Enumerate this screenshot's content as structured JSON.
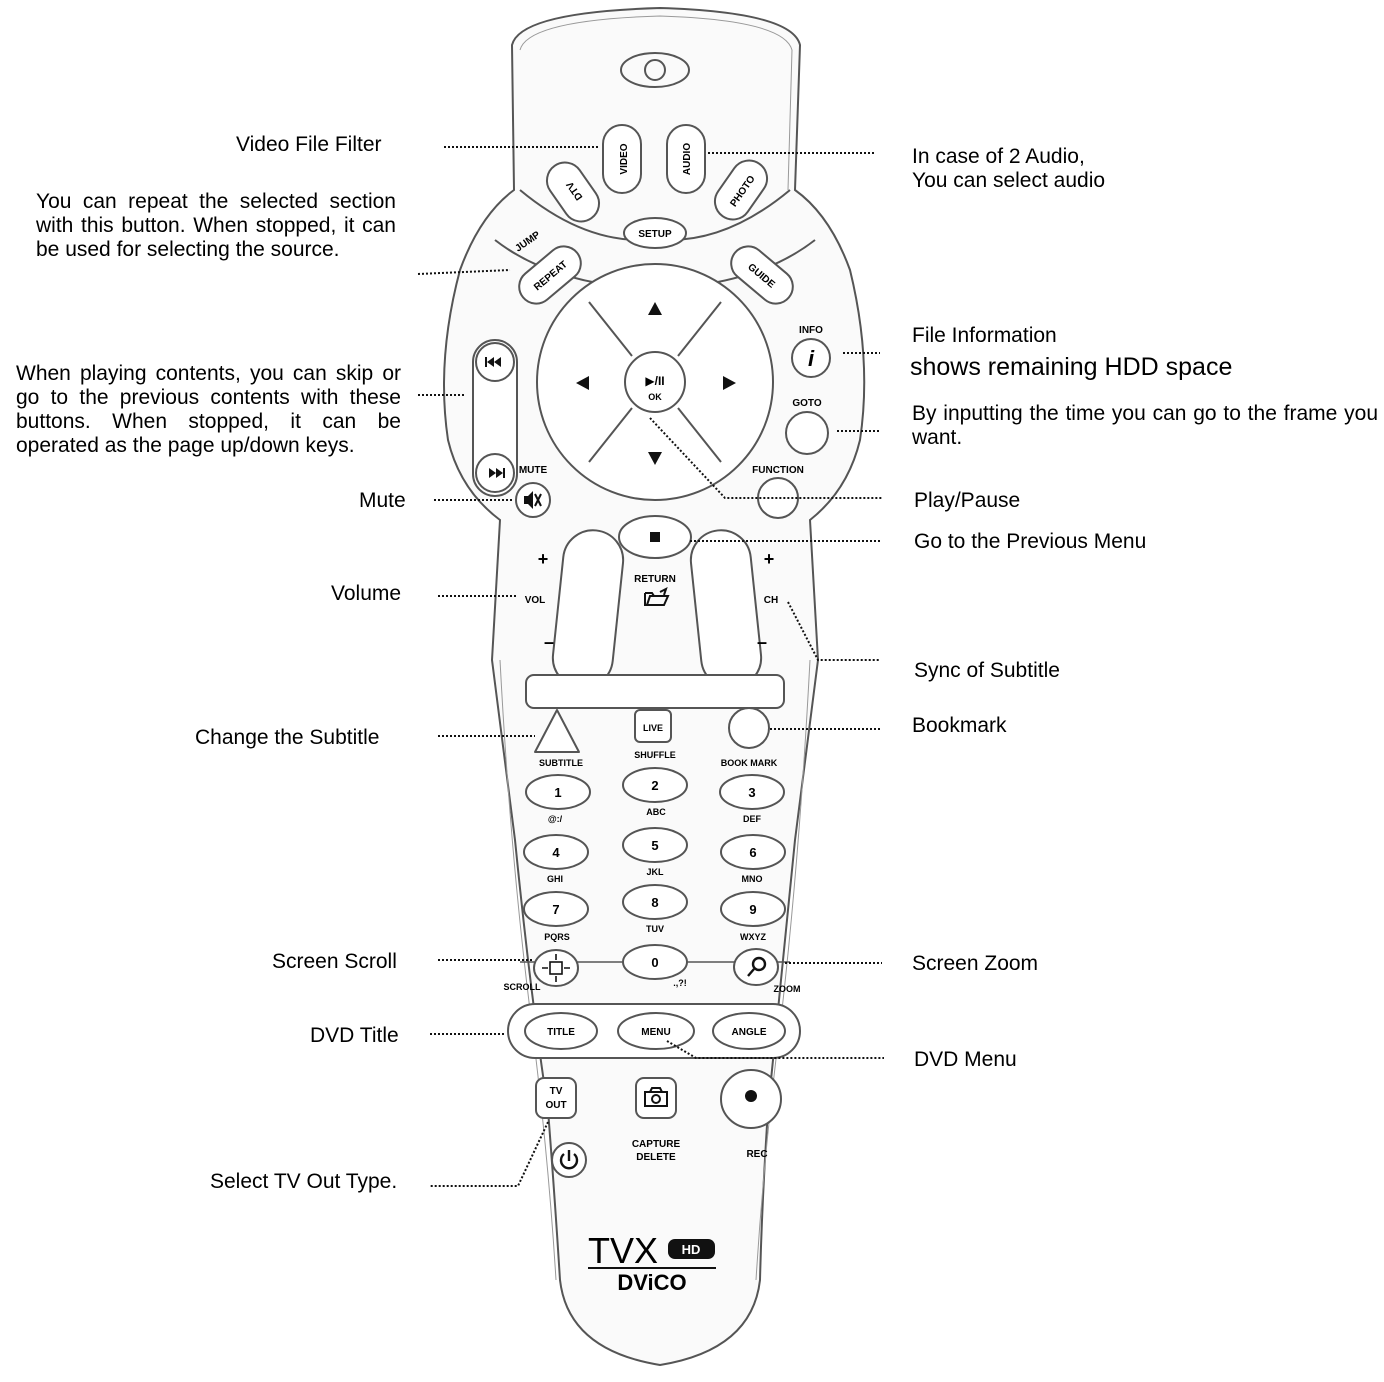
{
  "annotations": {
    "video_filter": "Video File Filter",
    "audio": [
      "In case of 2 Audio,",
      "You can select audio"
    ],
    "repeat": "You can repeat the selected section with this button. When stopped, it can be used for selecting the source.",
    "skip": "When playing contents, you can skip or go to the previous contents with these buttons. When stopped, it can be operated as the page up/down keys.",
    "info_title": "File Information",
    "info_sub": "shows remaining HDD space",
    "goto": "By inputting the time you can go to the frame you want.",
    "mute": "Mute",
    "play_pause": "Play/Pause",
    "prev_menu": "Go to the Previous Menu",
    "volume": "Volume",
    "sync_subtitle": "Sync of Subtitle",
    "bookmark": "Bookmark",
    "change_subtitle": "Change the Subtitle",
    "screen_scroll": "Screen Scroll",
    "screen_zoom": "Screen Zoom",
    "dvd_title": "DVD Title",
    "dvd_menu": "DVD Menu",
    "tv_out": "Select TV Out Type."
  },
  "buttons": {
    "video": "VIDEO",
    "audio": "AUDIO",
    "dtv": "DTV",
    "photo": "PHOTO",
    "setup": "SETUP",
    "jump": "JUMP",
    "repeat": "REPEAT",
    "guide": "GUIDE",
    "info": "INFO",
    "goto": "GOTO",
    "function": "FUNCTION",
    "mute": "MUTE",
    "ok_symbol": "▶/II",
    "ok": "OK",
    "return": "RETURN",
    "vol": "VOL",
    "ch": "CH",
    "plus": "+",
    "minus": "–",
    "live": "LIVE",
    "subtitle": "SUBTITLE",
    "shuffle": "SHUFFLE",
    "bookmark": "BOOK MARK",
    "keys": [
      {
        "num": "1",
        "sub": "@:/"
      },
      {
        "num": "2",
        "sub": "ABC"
      },
      {
        "num": "3",
        "sub": "DEF"
      },
      {
        "num": "4",
        "sub": "GHI"
      },
      {
        "num": "5",
        "sub": "JKL"
      },
      {
        "num": "6",
        "sub": "MNO"
      },
      {
        "num": "7",
        "sub": "PQRS"
      },
      {
        "num": "8",
        "sub": "TUV"
      },
      {
        "num": "9",
        "sub": "WXYZ"
      },
      {
        "num": "0",
        "sub": ".,?!"
      }
    ],
    "scroll": "SCROLL",
    "zoom": "ZOOM",
    "title": "TITLE",
    "menu": "MENU",
    "angle": "ANGLE",
    "tv": "TV",
    "out": "OUT",
    "capture": "CAPTURE",
    "delete": "DELETE",
    "rec": "REC"
  },
  "logo": {
    "main": "TVX",
    "badge": "HD",
    "brand": "DViCO"
  }
}
